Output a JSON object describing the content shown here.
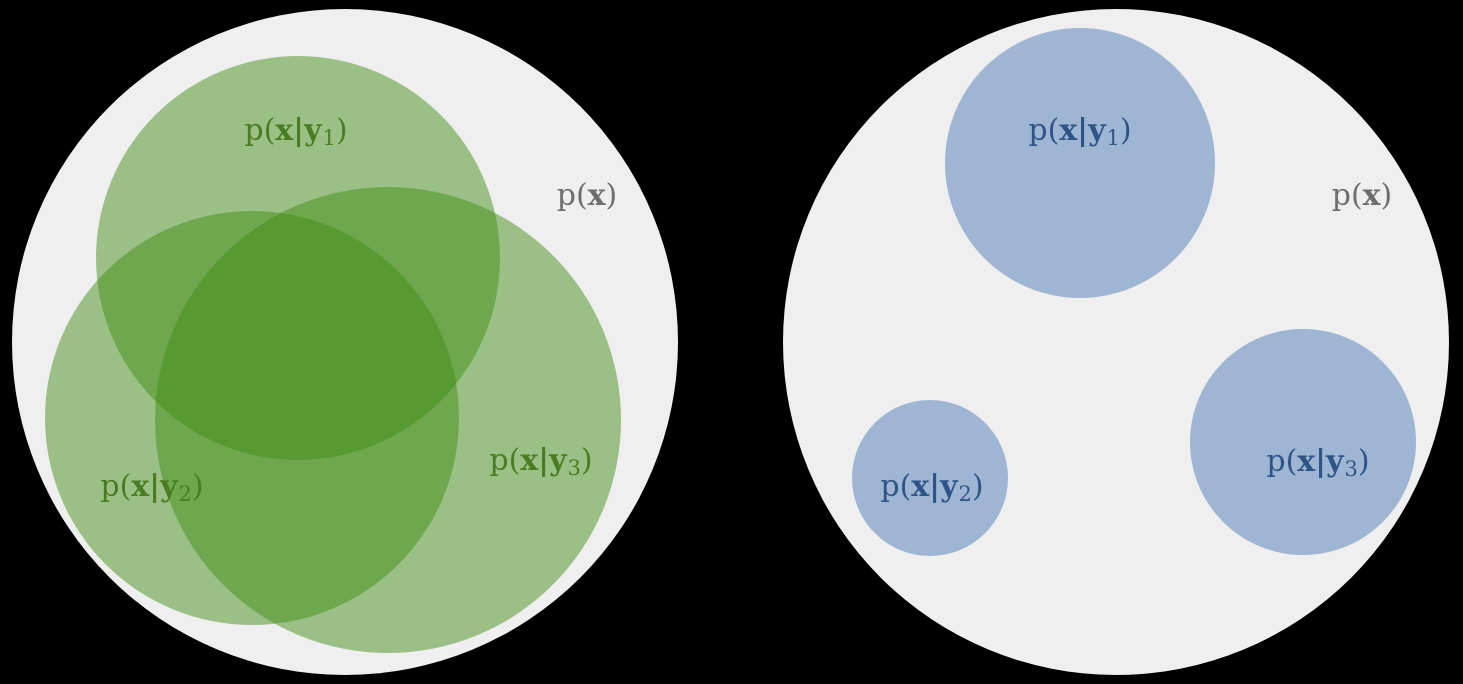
{
  "colors": {
    "background": "#000000",
    "prior_fill": "#efefef",
    "posterior_green_fill": "#3f8c12",
    "posterior_green_text": "#4a7d22",
    "posterior_blue_fill": "#9eb6d3",
    "posterior_blue_text": "#2f5487",
    "prior_text": "#6e6e6e"
  },
  "panels": [
    {
      "name": "overlapping-posteriors",
      "outer_label": {
        "pre": "p(",
        "x": "x",
        "post": ")"
      },
      "subsets": [
        {
          "label": {
            "pre": "p(",
            "x": "x",
            "bar": "|",
            "y": "y",
            "sub": "1",
            "post": ")"
          }
        },
        {
          "label": {
            "pre": "p(",
            "x": "x",
            "bar": "|",
            "y": "y",
            "sub": "2",
            "post": ")"
          }
        },
        {
          "label": {
            "pre": "p(",
            "x": "x",
            "bar": "|",
            "y": "y",
            "sub": "3",
            "post": ")"
          }
        }
      ]
    },
    {
      "name": "disjoint-posteriors",
      "outer_label": {
        "pre": "p(",
        "x": "x",
        "post": ")"
      },
      "subsets": [
        {
          "label": {
            "pre": "p(",
            "x": "x",
            "bar": "|",
            "y": "y",
            "sub": "1",
            "post": ")"
          }
        },
        {
          "label": {
            "pre": "p(",
            "x": "x",
            "bar": "|",
            "y": "y",
            "sub": "2",
            "post": ")"
          }
        },
        {
          "label": {
            "pre": "p(",
            "x": "x",
            "bar": "|",
            "y": "y",
            "sub": "3",
            "post": ")"
          }
        }
      ]
    }
  ]
}
